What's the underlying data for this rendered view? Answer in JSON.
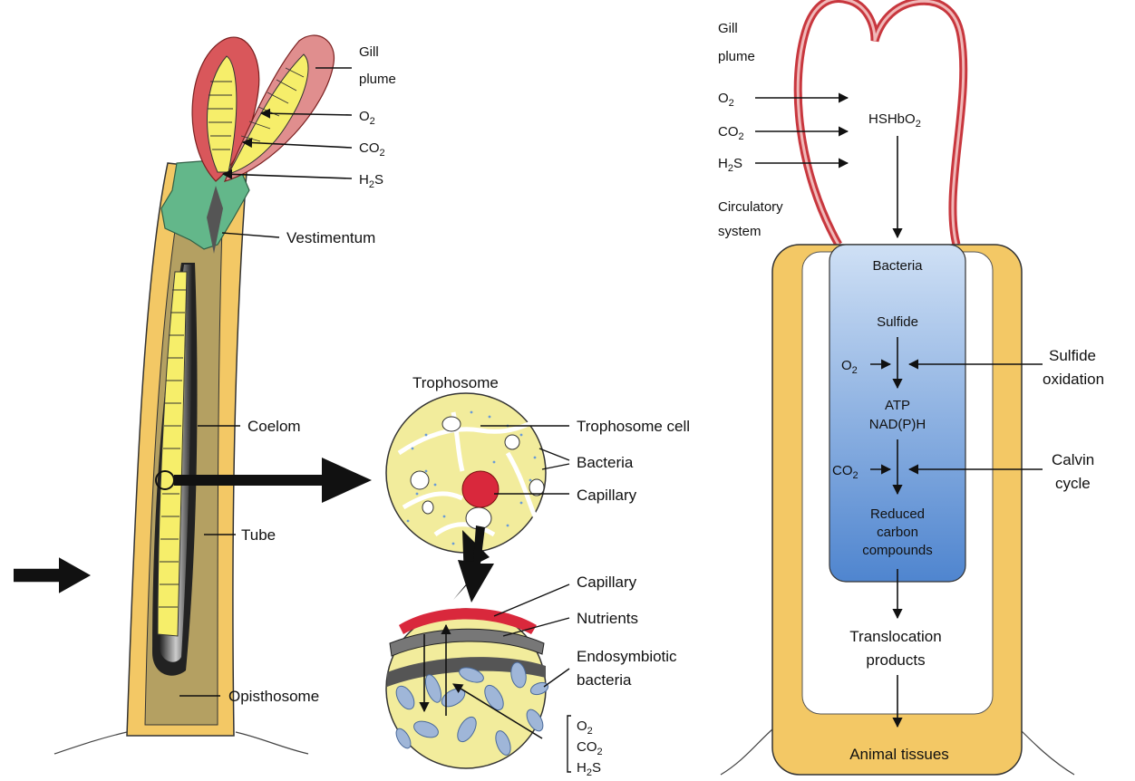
{
  "left": {
    "labels": {
      "gill_plume_1": "Gill",
      "gill_plume_2": "plume",
      "o2": "O2",
      "co2": "CO2",
      "h2s": "H2S",
      "vestimentum": "Vestimentum",
      "coelom": "Coelom",
      "tube": "Tube",
      "opisthosome": "Opisthosome"
    }
  },
  "middle": {
    "labels": {
      "trophosome": "Trophosome",
      "trophosome_cell": "Trophosome cell",
      "bacteria": "Bacteria",
      "capillary": "Capillary",
      "capillary_2": "Capillary",
      "nutrients": "Nutrients",
      "endosymbiotic_1": "Endosymbiotic",
      "endosymbiotic_2": "bacteria",
      "gas_o2": "O2",
      "gas_co2": "CO2",
      "gas_h2s": "H2S"
    }
  },
  "right": {
    "labels": {
      "gill_1": "Gill",
      "gill_2": "plume",
      "o2": "O2",
      "co2": "CO2",
      "h2s": "H2S",
      "hshbo2": "HSHbO2",
      "circ_1": "Circulatory",
      "circ_2": "system",
      "bacteria": "Bacteria",
      "sulfide": "Sulfide",
      "o2_in": "O2",
      "atp": "ATP",
      "nadph": "NAD(P)H",
      "co2_in": "CO2",
      "reduced_1": "Reduced",
      "reduced_2": "carbon",
      "reduced_3": "compounds",
      "sulfide_ox_1": "Sulfide",
      "sulfide_ox_2": "oxidation",
      "calvin_1": "Calvin",
      "calvin_2": "cycle",
      "transloc_1": "Translocation",
      "transloc_2": "products",
      "animal_tissues": "Animal tissues"
    }
  },
  "colors": {
    "tube_yellow": "#f3c865",
    "gill_red": "#d9575b",
    "lamella_yellow": "#f6ee6a",
    "vestimentum_green": "#63b78a",
    "body_olive": "#b4a062",
    "bacteria_blue": "#7ea6dd",
    "capillary_red": "#d9283c",
    "sphere_yellow": "#f2ec9c"
  }
}
